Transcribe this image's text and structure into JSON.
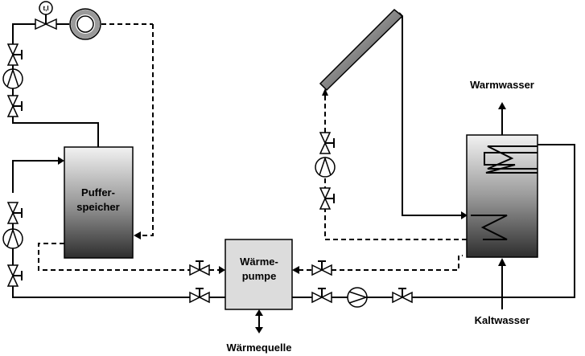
{
  "labels": {
    "puffer_line1": "Puffer-",
    "puffer_line2": "speicher",
    "waerme_line1": "Wärme-",
    "waerme_line2": "pumpe",
    "warmwasser": "Warmwasser",
    "kaltwasser": "Kaltwasser",
    "waermequelle": "Wärmequelle",
    "gauge": "t,I"
  }
}
